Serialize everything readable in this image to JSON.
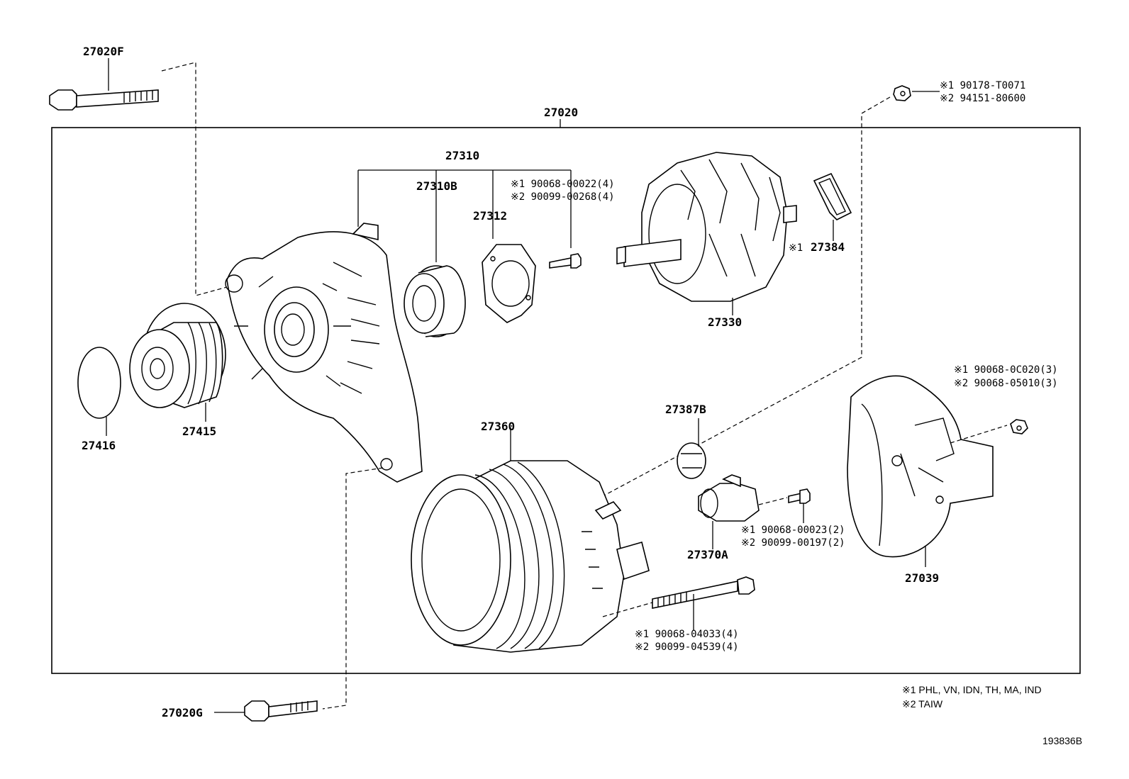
{
  "labels": {
    "p27020F": "27020F",
    "p27020": "27020",
    "p27310": "27310",
    "p27310B": "27310B",
    "p27312": "27312",
    "p27330": "27330",
    "p27384": "27384",
    "p27416": "27416",
    "p27415": "27415",
    "p27360": "27360",
    "p27387B": "27387B",
    "p27370A": "27370A",
    "p27039": "27039",
    "p27020G": "27020G"
  },
  "refs": {
    "nut_top_1": "※1 90178-T0071",
    "nut_top_2": "※2 94151-80600",
    "screw_27310_1": "※1 90068-00022(4)",
    "screw_27310_2": "※2 90099-00268(4)",
    "ring_27384_mark": "※1",
    "nut_27039_1": "※1 90068-0C020(3)",
    "nut_27039_2": "※2 90068-05010(3)",
    "screw_27370_1": "※1 90068-00023(2)",
    "screw_27370_2": "※2 90099-00197(2)",
    "bolt_long_1": "※1 90068-04033(4)",
    "bolt_long_2": "※2 90099-04539(4)"
  },
  "notes": {
    "region_1": "※1 PHL, VN, IDN, TH, MA, IND",
    "region_2": "※2 TAIW"
  },
  "diagram_id": "193836B"
}
